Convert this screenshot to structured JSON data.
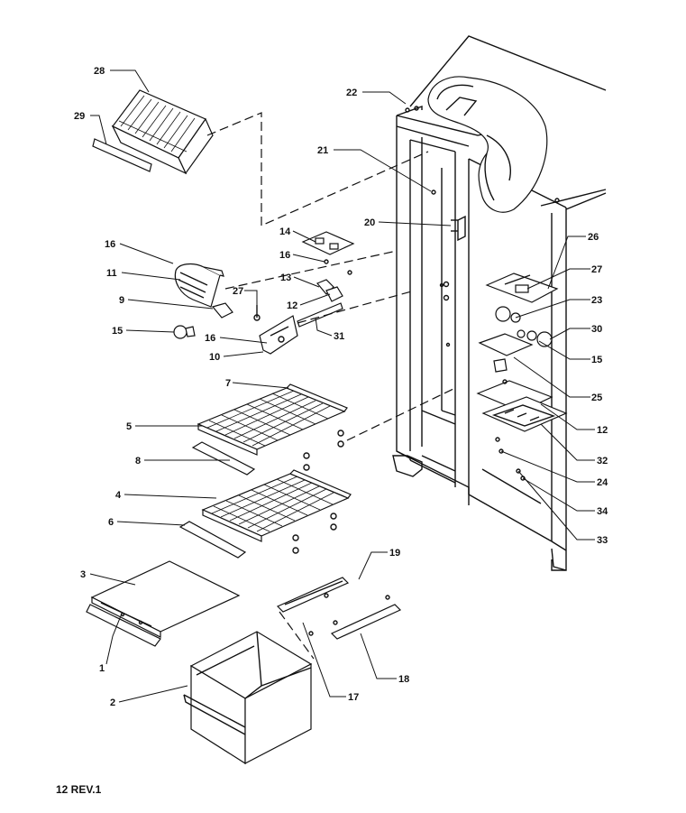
{
  "footer_text": "12 REV.1",
  "parts": [
    {
      "id": "p28",
      "name": "shelf-cover-28",
      "label": "28"
    },
    {
      "id": "p29",
      "name": "trim-29",
      "label": "29"
    },
    {
      "id": "p22",
      "name": "cabinet-top-22",
      "label": "22"
    },
    {
      "id": "p21",
      "name": "screw-21",
      "label": "21"
    },
    {
      "id": "p20",
      "name": "hinge-20",
      "label": "20"
    },
    {
      "id": "p26",
      "name": "bracket-26",
      "label": "26"
    },
    {
      "id": "p27a",
      "name": "screw-27-right",
      "label": "27"
    },
    {
      "id": "p23",
      "name": "socket-23",
      "label": "23"
    },
    {
      "id": "p30",
      "name": "switch-30",
      "label": "30"
    },
    {
      "id": "p15a",
      "name": "bulb-15-right",
      "label": "15"
    },
    {
      "id": "p25",
      "name": "bracket-25",
      "label": "25"
    },
    {
      "id": "p12a",
      "name": "bracket-12-right",
      "label": "12"
    },
    {
      "id": "p32",
      "name": "cover-32",
      "label": "32"
    },
    {
      "id": "p24",
      "name": "screw-24",
      "label": "24"
    },
    {
      "id": "p34",
      "name": "screw-34",
      "label": "34"
    },
    {
      "id": "p33",
      "name": "screw-33",
      "label": "33"
    },
    {
      "id": "p14",
      "name": "plate-14",
      "label": "14"
    },
    {
      "id": "p16a",
      "name": "screw-16-upper",
      "label": "16"
    },
    {
      "id": "p13",
      "name": "clip-13",
      "label": "13"
    },
    {
      "id": "p12b",
      "name": "bracket-12-left",
      "label": "12"
    },
    {
      "id": "p16b",
      "name": "screw-16-left",
      "label": "16"
    },
    {
      "id": "p11",
      "name": "light-cover-11",
      "label": "11"
    },
    {
      "id": "p9",
      "name": "socket-9",
      "label": "9"
    },
    {
      "id": "p27b",
      "name": "screw-27-left",
      "label": "27"
    },
    {
      "id": "p15b",
      "name": "bulb-15-left",
      "label": "15"
    },
    {
      "id": "p16c",
      "name": "screw-16-lower",
      "label": "16"
    },
    {
      "id": "p10",
      "name": "light-bracket-10",
      "label": "10"
    },
    {
      "id": "p31",
      "name": "rod-31",
      "label": "31"
    },
    {
      "id": "p7",
      "name": "shelf-rail-7",
      "label": "7"
    },
    {
      "id": "p5",
      "name": "wire-shelf-5",
      "label": "5"
    },
    {
      "id": "p8",
      "name": "shelf-trim-8",
      "label": "8"
    },
    {
      "id": "p4",
      "name": "wire-shelf-4",
      "label": "4"
    },
    {
      "id": "p6",
      "name": "shelf-trim-6",
      "label": "6"
    },
    {
      "id": "p3",
      "name": "drawer-cover-3",
      "label": "3"
    },
    {
      "id": "p1",
      "name": "cover-trim-1",
      "label": "1"
    },
    {
      "id": "p19",
      "name": "slide-rail-19",
      "label": "19"
    },
    {
      "id": "p18",
      "name": "slide-rail-18",
      "label": "18"
    },
    {
      "id": "p17",
      "name": "slide-rail-17",
      "label": "17"
    },
    {
      "id": "p2",
      "name": "crisper-drawer-2",
      "label": "2"
    }
  ]
}
